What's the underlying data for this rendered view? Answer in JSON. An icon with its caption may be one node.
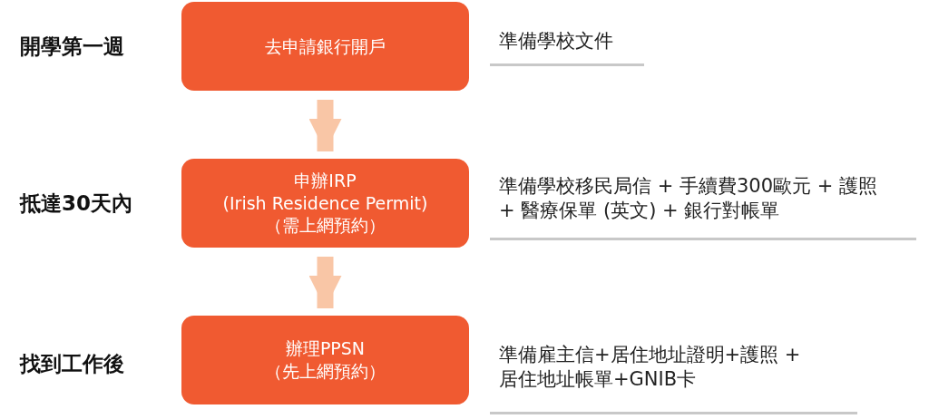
{
  "diagram": {
    "nodes": [
      {
        "text": [
          "去申請銀行開戶"
        ],
        "beside": [
          "開學第一週",
          "準備學校文件"
        ]
      },
      {
        "text": [
          "申辦IRP",
          "(Irish Residence Permit)",
          "（需上網預約）"
        ],
        "beside": [
          "抵達30天內",
          "準備學校移民局信 + 手續費300歐元 + 護照 + 醫療保單 (英文) + 銀行對帳單"
        ]
      },
      {
        "text": [
          "辦理PPSN",
          "（先上網預約）"
        ],
        "beside": [
          "找到工作後",
          "準備雇主信+居住地址證明+護照 + 居住地址帳單+GNIB卡"
        ]
      }
    ],
    "edges": [
      {
        "from": 0,
        "to": 1,
        "arrow": "to"
      },
      {
        "from": 1,
        "to": 2,
        "arrow": "to"
      }
    ]
  }
}
